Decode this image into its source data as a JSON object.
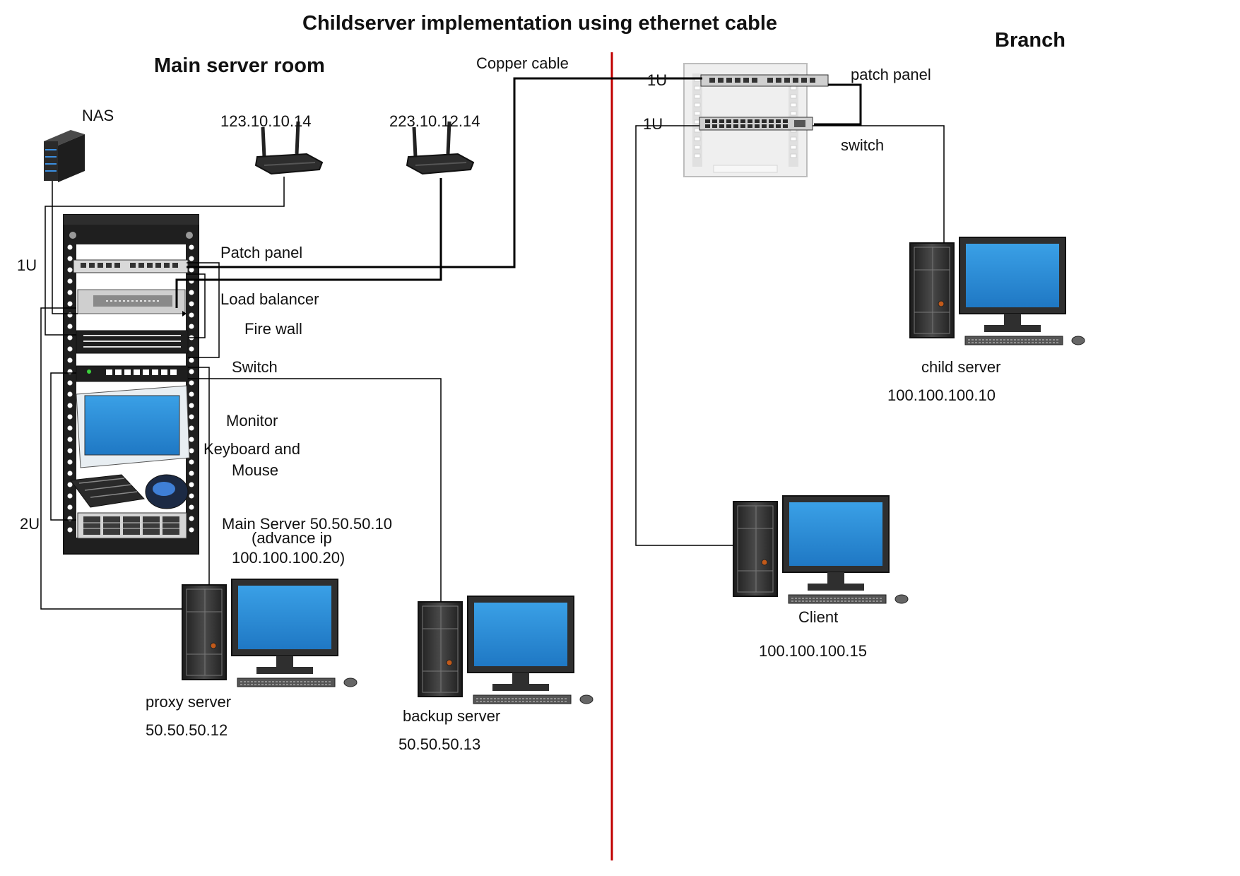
{
  "title": "Childserver implementation using ethernet cable",
  "sections": {
    "main_room": "Main server room",
    "branch": "Branch"
  },
  "labels": {
    "copper_cable": "Copper cable",
    "nas": "NAS",
    "router1_ip": "123.10.10.14",
    "router2_ip": "223.10.12.14",
    "rack_1u": "1U",
    "rack_2u": "2U",
    "patch_panel": "Patch panel",
    "load_balancer": "Load balancer",
    "fire_wall": "Fire wall",
    "switch": "Switch",
    "monitor": "Monitor",
    "keyboard_mouse_1": "Keyboard and",
    "keyboard_mouse_2": "Mouse",
    "main_server_1": "Main Server 50.50.50.10",
    "main_server_2": "(advance ip",
    "main_server_3": "100.100.100.20)",
    "proxy_server": "proxy server",
    "proxy_ip": "50.50.50.12",
    "backup_server": "backup server",
    "backup_ip": "50.50.50.13",
    "branch_1u_a": "1U",
    "branch_1u_b": "1U",
    "branch_patch_panel": "patch panel",
    "branch_switch": "switch",
    "child_server": "child server",
    "child_ip": "100.100.100.10",
    "client": "Client",
    "client_ip": "100.100.100.15"
  },
  "colors": {
    "divider": "#c00000",
    "cable": "#000000",
    "screen": "#2b8fd9",
    "device_dark": "#2a2a2a",
    "rack": "#1e1e1e"
  }
}
